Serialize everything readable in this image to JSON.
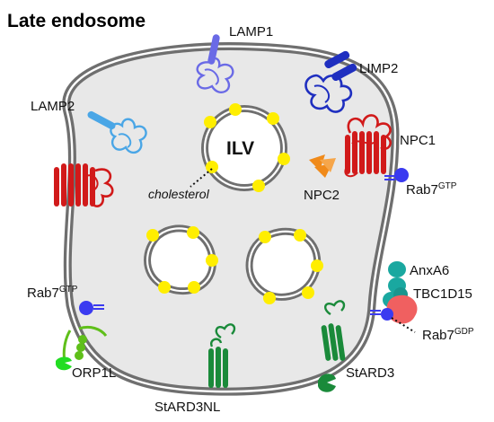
{
  "title": "Late endosome",
  "ilv_label": "ILV",
  "cholesterol_label": "cholesterol",
  "proteins": {
    "lamp1": "LAMP1",
    "limp2": "LIMP2",
    "lamp2": "LAMP2",
    "npc1": "NPC1",
    "npc2": "NPC2",
    "rab7_right": "Rab7",
    "rab7_right_state": "GTP",
    "anxa6": "AnxA6",
    "tbc1d15": "TBC1D15",
    "rab7_gdp": "Rab7",
    "rab7_gdp_state": "GDP",
    "rab7_left": "Rab7",
    "rab7_left_state": "GTP",
    "orp1l": "ORP1L",
    "stard3nl": "StARD3NL",
    "stard3": "StARD3"
  },
  "colors": {
    "membrane": "#6f6f6f",
    "lumen": "#e8e8e8",
    "cholesterol": "#ffee00",
    "lamp1": "#6a6ae6",
    "limp2": "#1f2fc0",
    "lamp2": "#4aa6e6",
    "npc1": "#d11a1a",
    "npc2": "#f08a1a",
    "rab7": "#3a3af0",
    "anxa6": "#1aa8a0",
    "tbc1d15": "#f06060",
    "orp1l": "#5fbf1a",
    "stard3": "#1a8a3a"
  }
}
